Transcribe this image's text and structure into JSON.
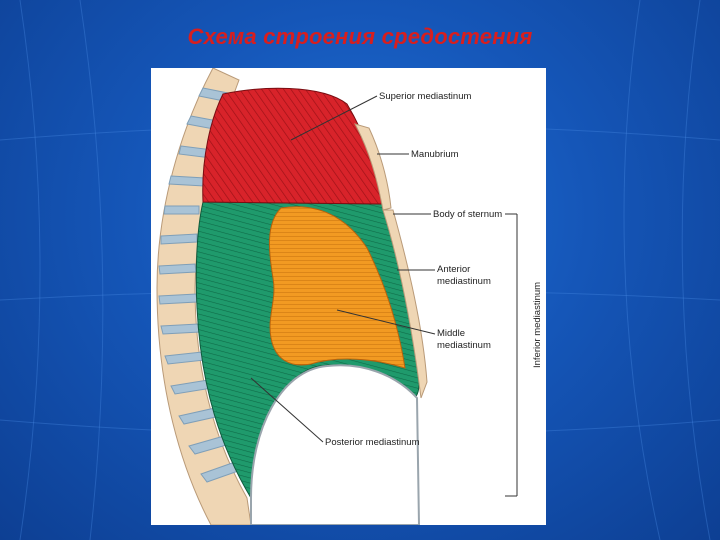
{
  "slide": {
    "title": "Схема строения средостения"
  },
  "diagram": {
    "labels": {
      "superior": "Superior mediastinum",
      "manubrium": "Manubrium",
      "body_sternum": "Body of sternum",
      "anterior_1": "Anterior",
      "anterior_2": "mediastinum",
      "middle_1": "Middle",
      "middle_2": "mediastinum",
      "posterior": "Posterior mediastinum",
      "inferior": "Inferior mediastinum"
    },
    "colors": {
      "superior": "#d8232a",
      "anterior_posterior": "#1f9a6c",
      "middle": "#f29a22",
      "bone": "#efd6b4",
      "disc": "#a9c3d6"
    }
  }
}
